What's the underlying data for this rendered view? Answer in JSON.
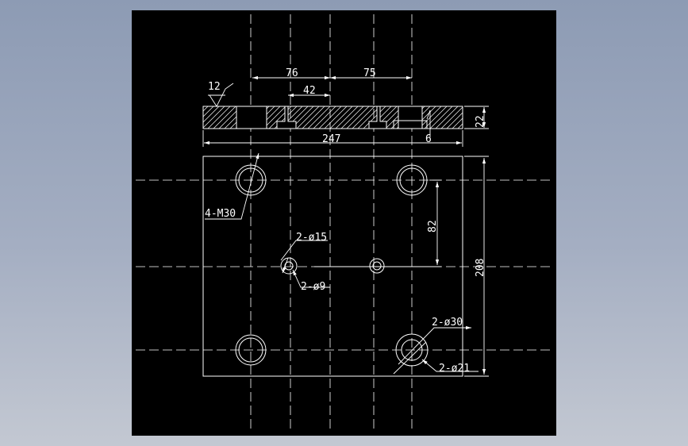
{
  "colors": {
    "background": "#000000",
    "line": "#ffffff",
    "frame": "#8d9bb4"
  },
  "section_view": {
    "surface_finish": "12",
    "dimensions": {
      "hole_spacing_left": "76",
      "slot_width": "42",
      "hole_spacing_right": "75",
      "overall_length": "247",
      "thickness": "22",
      "slot_depth": "6"
    }
  },
  "plan_view": {
    "dimensions": {
      "overall_height": "208",
      "hole_offset": "82"
    },
    "callouts": {
      "tapped_holes": "4-M30",
      "pilot_counterbore": "2-ø15",
      "pilot_hole": "2-ø9",
      "guide_counterbore": "2-ø30",
      "guide_hole": "2-ø21"
    }
  }
}
